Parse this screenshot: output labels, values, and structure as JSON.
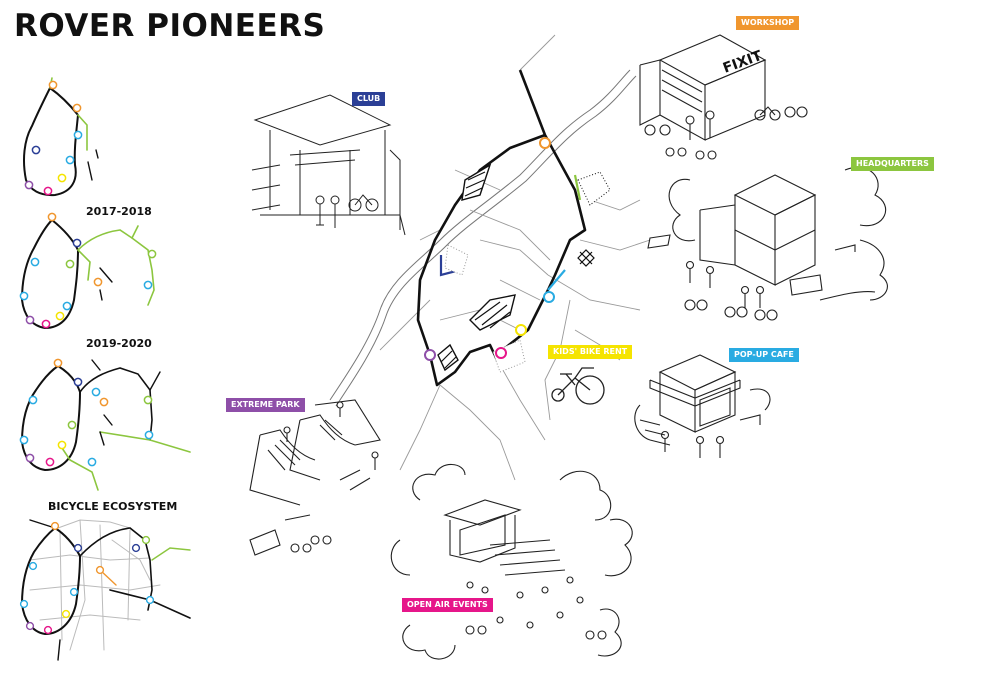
{
  "title": "ROVER PIONEERS",
  "phases": [
    "2017-2018",
    "2019-2020",
    "BICYCLE ECOSYSTEM"
  ],
  "labels": {
    "workshop": {
      "text": "WORKSHOP",
      "color": "#f0962e"
    },
    "club": {
      "text": "CLUB",
      "color": "#2b3f96"
    },
    "headquarters": {
      "text": "HEADQUARTERS",
      "color": "#8cc63f"
    },
    "kids_bike_rent": {
      "text": "KIDS' BIKE RENT",
      "color": "#f5e400"
    },
    "popup_cafe": {
      "text": "POP-UP CAFE",
      "color": "#29abe2"
    },
    "extreme_park": {
      "text": "EXTREME PARK",
      "color": "#8e4fa8"
    },
    "open_air_events": {
      "text": "OPEN AIR EVENTS",
      "color": "#e6168a"
    },
    "sign_fixit": "FIXIT"
  },
  "colors": {
    "orange": "#f0962e",
    "navy": "#2b3f96",
    "green": "#8cc63f",
    "yellow": "#f5e400",
    "blue": "#29abe2",
    "purple": "#8e4fa8",
    "magenta": "#e6168a",
    "ink": "#111111"
  }
}
